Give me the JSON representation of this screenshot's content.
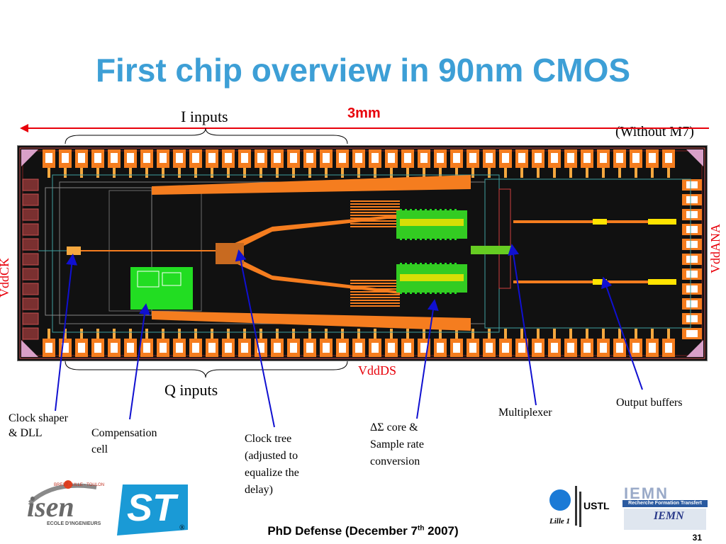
{
  "slide": {
    "title": "First chip overview in 90nm CMOS",
    "width_label": "3mm",
    "metal_note": "(Without M7)",
    "page_number": "31",
    "footer": {
      "prefix": "PhD Defense (December 7",
      "superscript": "th",
      "suffix": " 2007)"
    }
  },
  "labels": {
    "i_inputs": "I inputs",
    "q_inputs": "Q inputs",
    "vddds": "VddDS",
    "vddana": "VddANA",
    "left_vertical": "VddCK",
    "clock_shaper": [
      "Clock shaper",
      "& DLL"
    ],
    "compensation": [
      "Compensation",
      "cell"
    ],
    "clock_tree": [
      "Clock tree",
      "(adjusted to",
      "equalize the",
      "delay)"
    ],
    "ds_core": [
      "ΔΣ core &",
      "Sample rate",
      "conversion"
    ],
    "multiplexer": "Multiplexer",
    "output_buffers": "Output buffers"
  },
  "logos": {
    "isen": "isen",
    "isen_tagline": "BREST - LILLE - TOULON",
    "isen_school": "ECOLE D'INGENIEURS",
    "st": "ST",
    "ustl": "USTL",
    "lille": "Lille 1",
    "iemn": "IEMN",
    "iemn_tag": "Recherche Formation Transfert"
  },
  "colors": {
    "title": "#3d9fd6",
    "accent_red": "#e8000a",
    "arrow_blue": "#1010d0",
    "chip_orange": "#f57d1f",
    "chip_green": "#22dd22"
  }
}
